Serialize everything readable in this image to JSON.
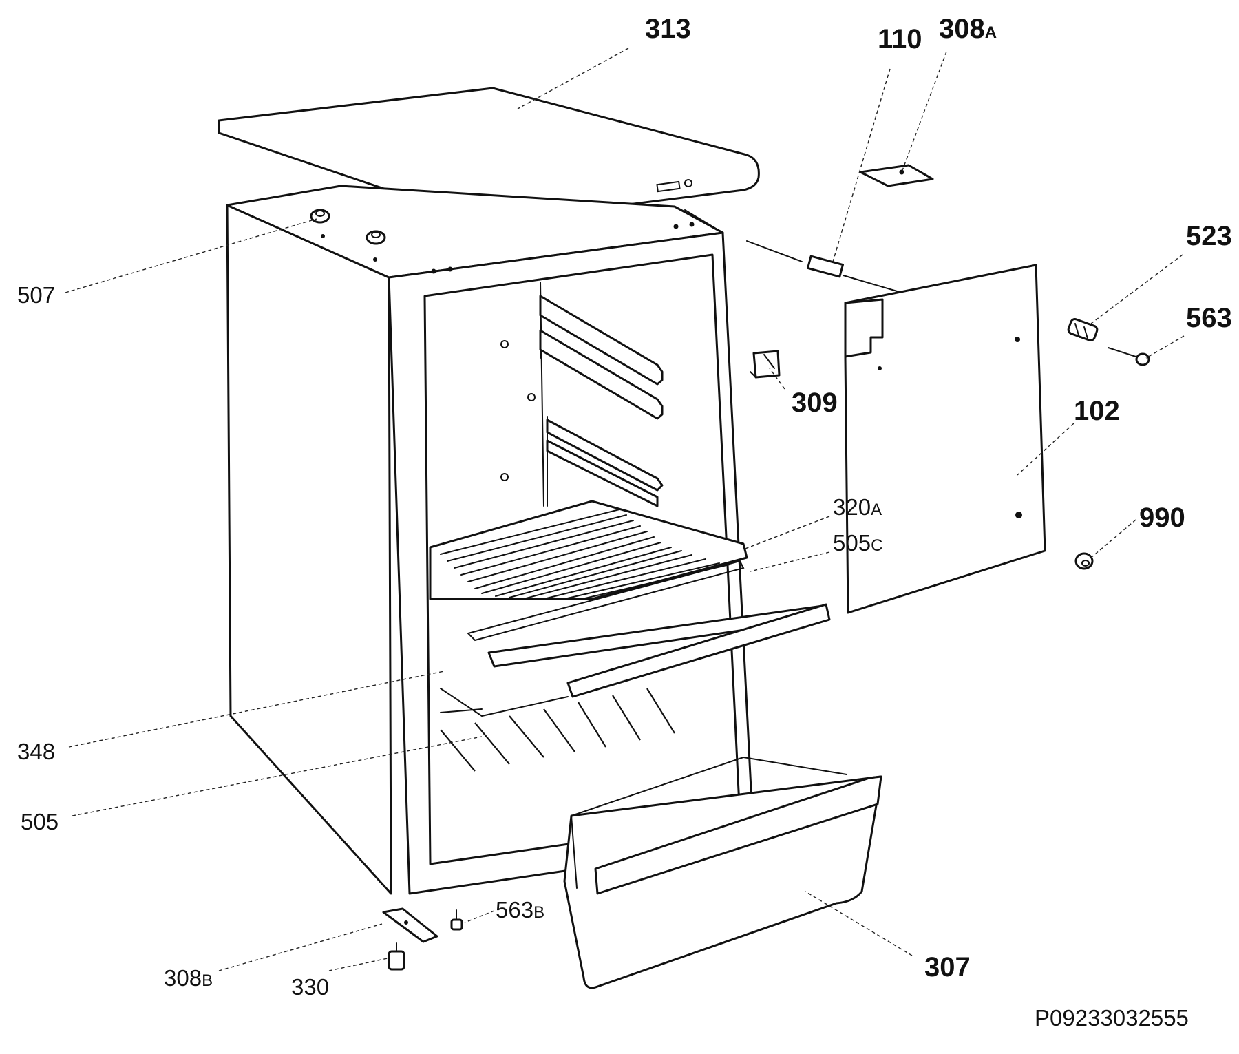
{
  "callouts": {
    "c313": "313",
    "c110": "110",
    "c308a_num": "308",
    "c308a_suf": "A",
    "c523": "523",
    "c563": "563",
    "c507": "507",
    "c309": "309",
    "c102": "102",
    "c320a_num": "320",
    "c320a_suf": "A",
    "c505c_num": "505",
    "c505c_suf": "C",
    "c990": "990",
    "c348": "348",
    "c505": "505",
    "c563b_num": "563",
    "c563b_suf": "B",
    "c307": "307",
    "c308b_num": "308",
    "c308b_suf": "B",
    "c330": "330"
  },
  "diagram_code": "P09233032555",
  "colors": {
    "line": "#111111",
    "background": "#ffffff"
  }
}
